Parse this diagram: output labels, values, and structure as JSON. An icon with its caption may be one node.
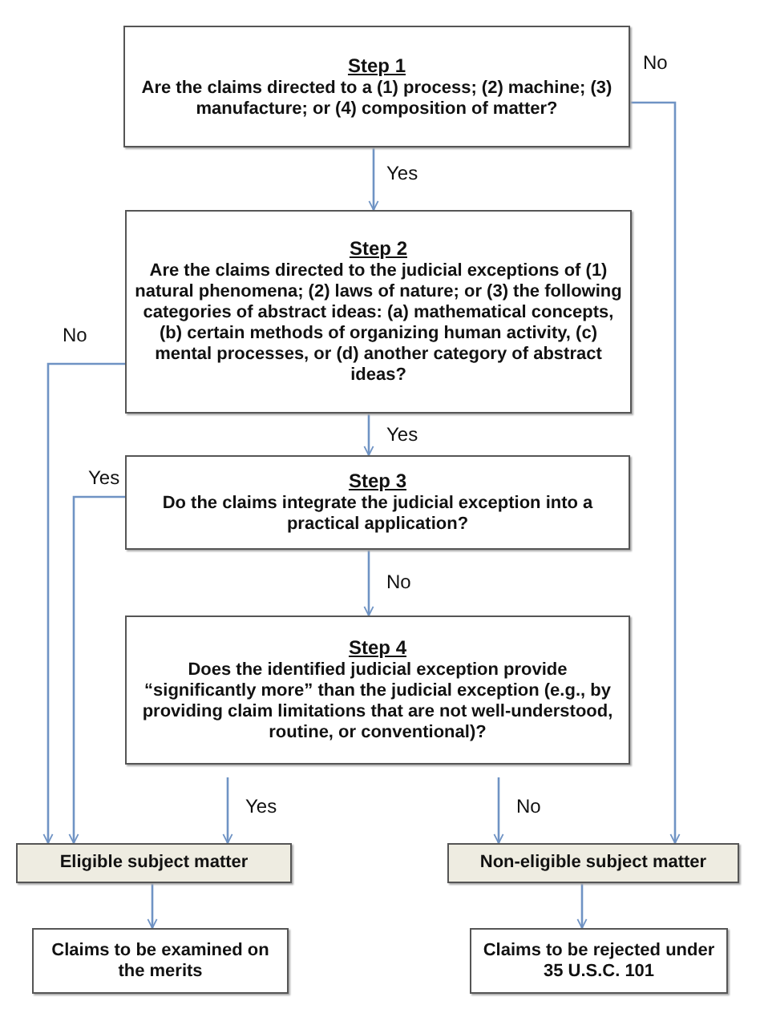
{
  "diagram": {
    "nodes": [
      {
        "text": [
          "Step 1",
          "Are the claims directed to a (1) process; (2) machine; (3) manufacture; or (4) composition of matter?"
        ]
      },
      {
        "text": [
          "Step 2",
          "Are the claims directed to the judicial exceptions of (1) natural phenomena; (2) laws of nature; or (3) the following categories of abstract ideas: (a) mathematical concepts, (b) certain methods of organizing human activity, (c) mental processes, or (d) another category of abstract ideas?"
        ]
      },
      {
        "text": [
          "Step 3",
          "Do the claims integrate the judicial exception into a practical application?"
        ]
      },
      {
        "text": [
          "Step 4",
          "Does the identified judicial exception provide “significantly more” than the judicial exception (e.g.,  by  providing claim limitations that are not well-understood, routine, or conventional)?"
        ]
      },
      {
        "text": [
          "Eligible subject matter"
        ]
      },
      {
        "text": [
          "Non-eligible subject matter"
        ]
      },
      {
        "text": [
          "Claims to be examined on the merits"
        ]
      },
      {
        "text": [
          "Claims to be rejected under 35 U.S.C. 101"
        ]
      }
    ],
    "edges": [
      {
        "from": 0,
        "to": 1,
        "arrow": "to",
        "label": "Yes"
      },
      {
        "from": 1,
        "to": 2,
        "arrow": "to",
        "label": "Yes"
      },
      {
        "from": 2,
        "to": 3,
        "arrow": "to",
        "label": "No"
      },
      {
        "from": 3,
        "to": 4,
        "arrow": "to",
        "label": "Yes"
      },
      {
        "from": 3,
        "to": 5,
        "arrow": "to",
        "label": "No"
      },
      {
        "from": 0,
        "to": 5,
        "arrow": "to",
        "label": "No"
      },
      {
        "from": 1,
        "to": 4,
        "arrow": "to",
        "label": "No"
      },
      {
        "from": 2,
        "to": 4,
        "arrow": "to",
        "label": "Yes"
      },
      {
        "from": 4,
        "to": 6,
        "arrow": "to"
      },
      {
        "from": 5,
        "to": 7,
        "arrow": "to"
      }
    ]
  }
}
